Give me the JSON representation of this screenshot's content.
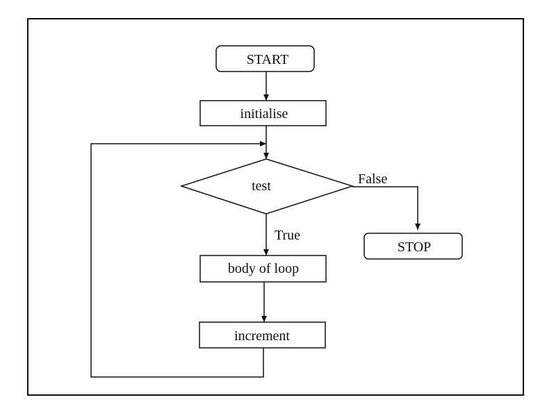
{
  "nodes": {
    "start": "START",
    "initialise": "initialise",
    "test": "test",
    "body": "body of loop",
    "increment": "increment",
    "stop": "STOP"
  },
  "edges": {
    "true_label": "True",
    "false_label": "False"
  }
}
